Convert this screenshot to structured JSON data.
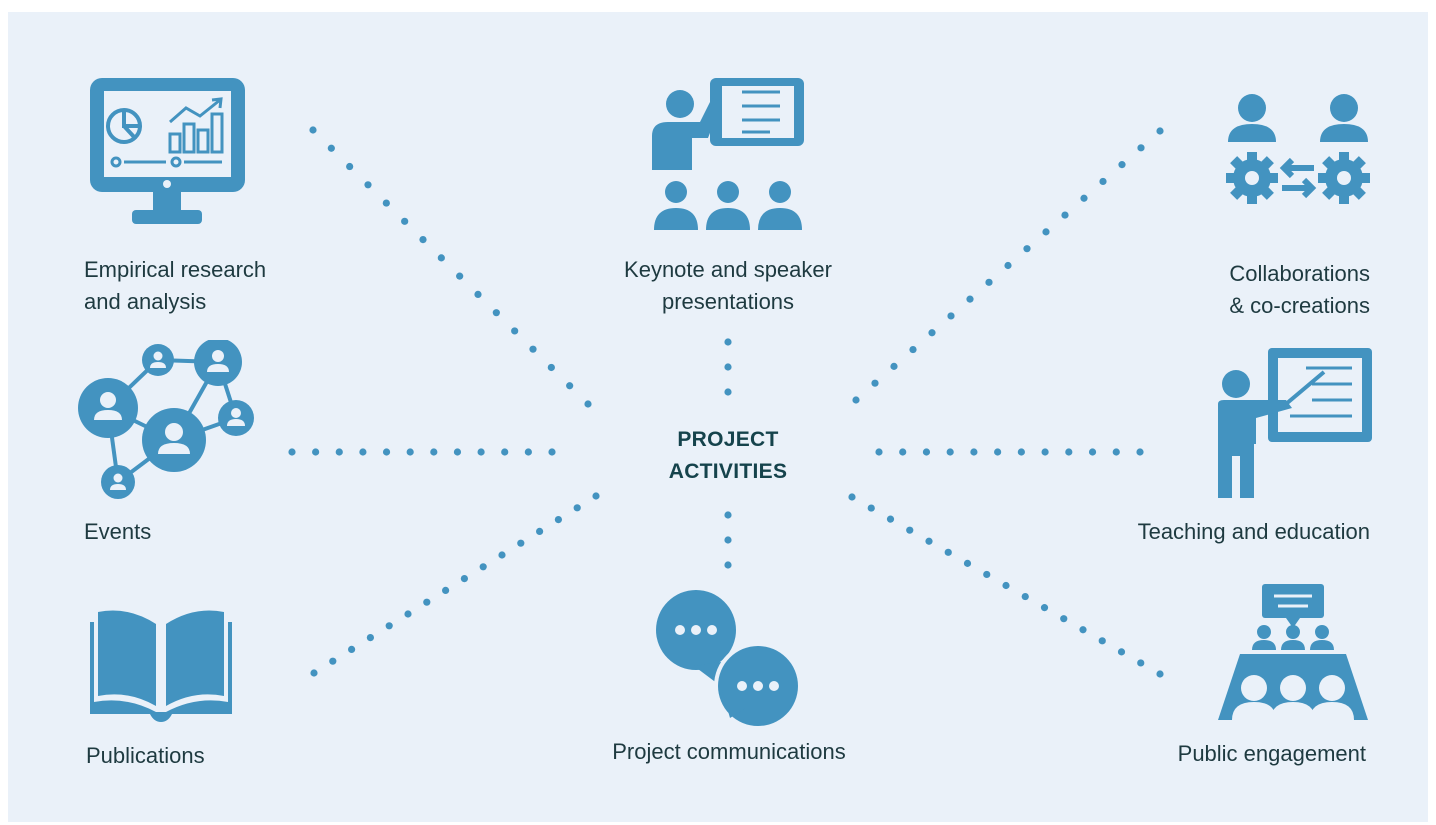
{
  "center": {
    "line1": "PROJECT",
    "line2": "ACTIVITIES"
  },
  "items": {
    "research": {
      "line1": "Empirical research",
      "line2": "and analysis",
      "icon": "monitor-chart-icon"
    },
    "keynote": {
      "line1": "Keynote and speaker",
      "line2": "presentations",
      "icon": "presenter-audience-icon"
    },
    "collab": {
      "line1": "Collaborations",
      "line2": "& co-creations",
      "icon": "people-gears-exchange-icon"
    },
    "events": {
      "line1": "Events",
      "icon": "people-network-icon"
    },
    "teaching": {
      "line1": "Teaching and education",
      "icon": "teacher-board-icon"
    },
    "publications": {
      "line1": "Publications",
      "icon": "open-book-icon"
    },
    "communications": {
      "line1": "Project communications",
      "icon": "chat-bubbles-icon"
    },
    "engagement": {
      "line1": "Public engagement",
      "icon": "audience-table-icon"
    }
  },
  "colors": {
    "accent": "#4393c0",
    "background": "#eaf1f9",
    "text": "#1e3a40",
    "center_text": "#15434c"
  }
}
